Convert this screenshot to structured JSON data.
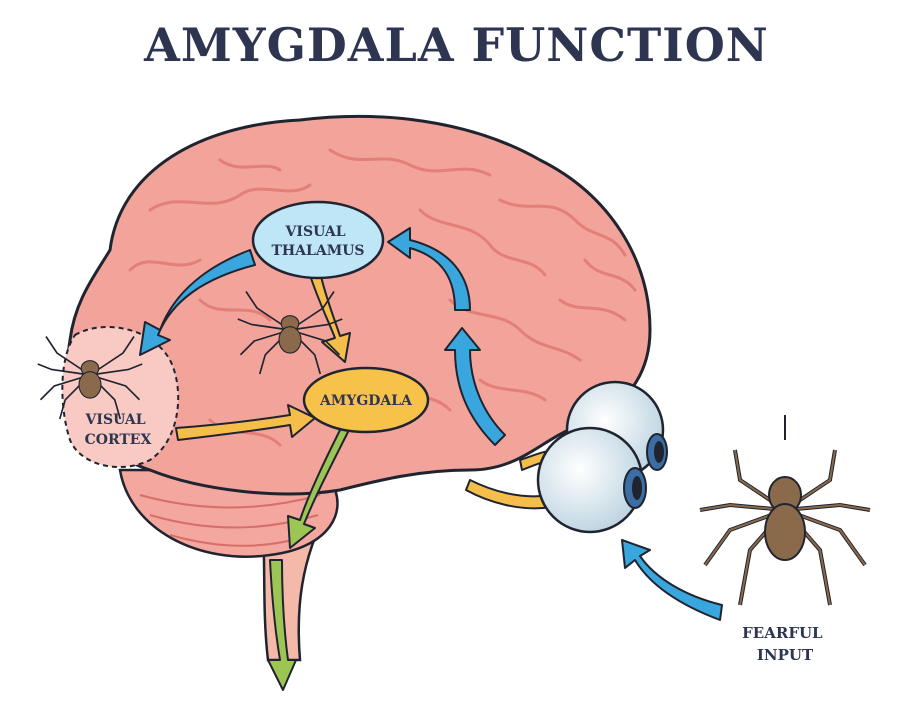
{
  "title": "AMYGDALA FUNCTION",
  "labels": {
    "visual_thalamus": [
      "VISUAL",
      "THALAMUS"
    ],
    "amygdala": "AMYGDALA",
    "visual_cortex": [
      "VISUAL",
      "CORTEX"
    ],
    "fearful_input": [
      "FEARFUL",
      "INPUT"
    ]
  },
  "colors": {
    "title": "#2e3551",
    "brain_fill": "#f2a39a",
    "brain_fold": "#e47f78",
    "outline": "#1f2430",
    "thalamus_fill": "#bfe6f7",
    "amygdala_fill": "#f7c24a",
    "cortex_fill": "#f9c9c3",
    "blue_arrow": "#3aa6de",
    "yellow_arrow": "#f5be4a",
    "green_arrow": "#9cc553",
    "eye_fill": "#eef5f9",
    "iris": "#3d6ea3",
    "spider": "#8a6a4a"
  },
  "icons": [
    "spider-icon",
    "eyeball-icon",
    "brain-illustration"
  ]
}
